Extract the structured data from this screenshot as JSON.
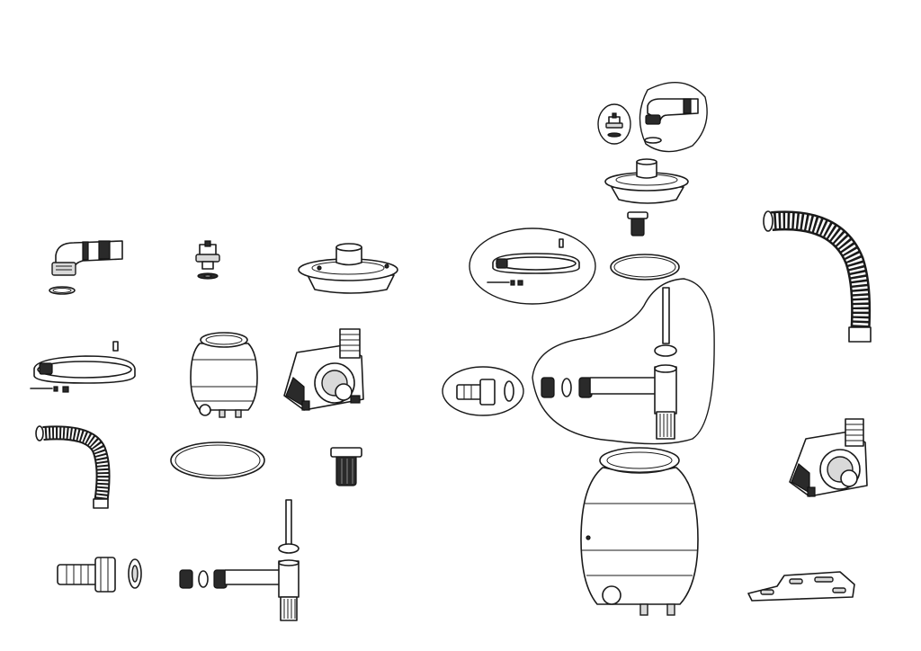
{
  "diagram": {
    "type": "exploded-parts-illustration",
    "colors": {
      "line": "#1a1a1a",
      "background": "#ffffff",
      "shade": "#d9d9d9",
      "dark": "#2a2a2a"
    },
    "parts": [
      {
        "id": "elbow-connector"
      },
      {
        "id": "pressure-valve"
      },
      {
        "id": "filter-lid"
      },
      {
        "id": "tank-clamp"
      },
      {
        "id": "filter-tank"
      },
      {
        "id": "pump-motor"
      },
      {
        "id": "flexible-hose"
      },
      {
        "id": "o-ring-seal"
      },
      {
        "id": "drain-plug"
      },
      {
        "id": "hose-adapter"
      },
      {
        "id": "lateral-assembly"
      },
      {
        "id": "mounting-base-plate"
      }
    ]
  }
}
